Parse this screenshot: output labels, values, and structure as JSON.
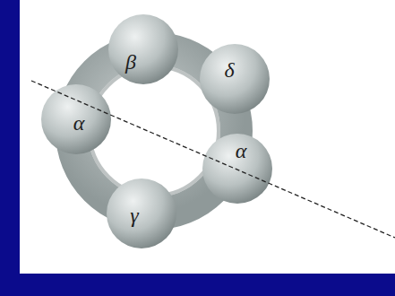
{
  "diagram": {
    "nodes": [
      {
        "text": [
          "β"
        ]
      },
      {
        "text": [
          "δ"
        ]
      },
      {
        "text": [
          "α"
        ]
      },
      {
        "text": [
          "α"
        ]
      },
      {
        "text": [
          "γ"
        ]
      }
    ]
  }
}
